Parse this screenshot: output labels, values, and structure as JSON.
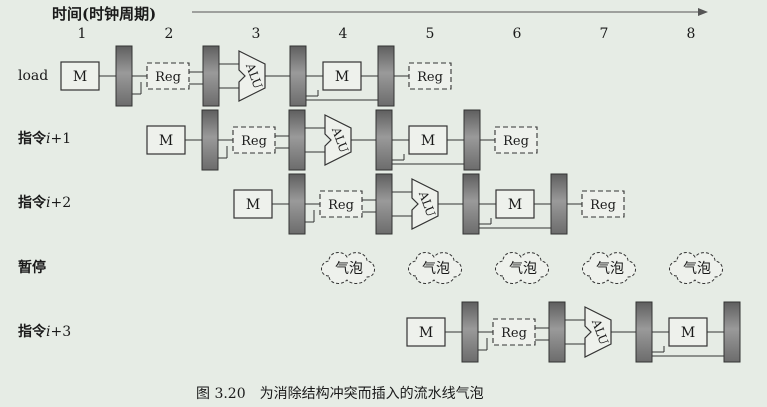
{
  "time_axis": {
    "label": "时间(时钟周期)"
  },
  "cycles": [
    "1",
    "2",
    "3",
    "4",
    "5",
    "6",
    "7",
    "8"
  ],
  "rows": [
    {
      "label": "load",
      "italic": "",
      "suffix": ""
    },
    {
      "label": "指令",
      "italic": "i",
      "suffix": "+1"
    },
    {
      "label": "指令",
      "italic": "i",
      "suffix": "+2"
    },
    {
      "label": "暂停",
      "italic": "",
      "suffix": ""
    },
    {
      "label": "指令",
      "italic": "i",
      "suffix": "+3"
    }
  ],
  "stage_labels": {
    "mem": "M",
    "reg": "Reg",
    "alu": "ALU"
  },
  "bubble_label": "气泡",
  "caption": {
    "number": "图 3.20",
    "text": "为消除结构冲突而插入的流水线气泡"
  },
  "colors": {
    "background": "#e6ece5",
    "stroke": "#333333",
    "register_fill": "#7a7a7a"
  }
}
